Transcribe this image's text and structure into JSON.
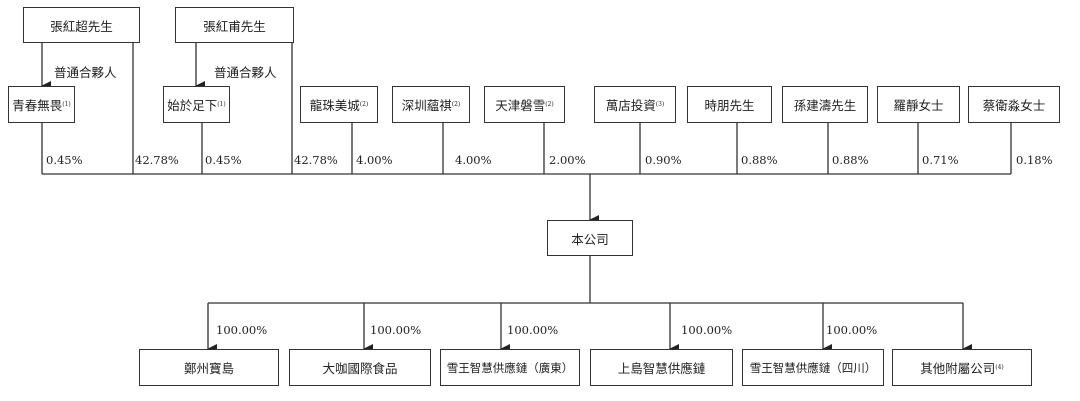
{
  "founders": [
    {
      "name": "張紅超先生",
      "gp_label": "普通合夥人",
      "pct": "42.78%"
    },
    {
      "name": "張紅甫先生",
      "gp_label": "普通合夥人",
      "pct": "42.78%"
    }
  ],
  "shareholders": [
    {
      "name": "青春無畏",
      "note": "(1)",
      "pct": "0.45%"
    },
    {
      "name": "始於足下",
      "note": "(1)",
      "pct": "0.45%"
    },
    {
      "name": "龍珠美城",
      "note": "(2)",
      "pct": "4.00%"
    },
    {
      "name": "深圳蘊祺",
      "note": "(2)",
      "pct": "4.00%"
    },
    {
      "name": "天津磐雪",
      "note": "(2)",
      "pct": "2.00%"
    },
    {
      "name": "萬店投資",
      "note": "(3)",
      "pct": "0.90%"
    },
    {
      "name": "時朋先生",
      "note": "",
      "pct": "0.88%"
    },
    {
      "name": "孫建濤先生",
      "note": "",
      "pct": "0.88%"
    },
    {
      "name": "羅靜女士",
      "note": "",
      "pct": "0.71%"
    },
    {
      "name": "蔡衛淼女士",
      "note": "",
      "pct": "0.18%"
    }
  ],
  "company": "本公司",
  "subsidiaries": [
    {
      "name": "鄭州寶島",
      "note": "",
      "pct": "100.00%"
    },
    {
      "name": "大咖國際食品",
      "note": "",
      "pct": "100.00%"
    },
    {
      "name": "雪王智慧供應鏈（廣東）",
      "note": "",
      "pct": "100.00%"
    },
    {
      "name": "上島智慧供應鏈",
      "note": "",
      "pct": "100.00%"
    },
    {
      "name": "雪王智慧供應鏈（四川）",
      "note": "",
      "pct": "100.00%"
    },
    {
      "name": "其他附屬公司",
      "note": "(4)",
      "pct": ""
    }
  ]
}
